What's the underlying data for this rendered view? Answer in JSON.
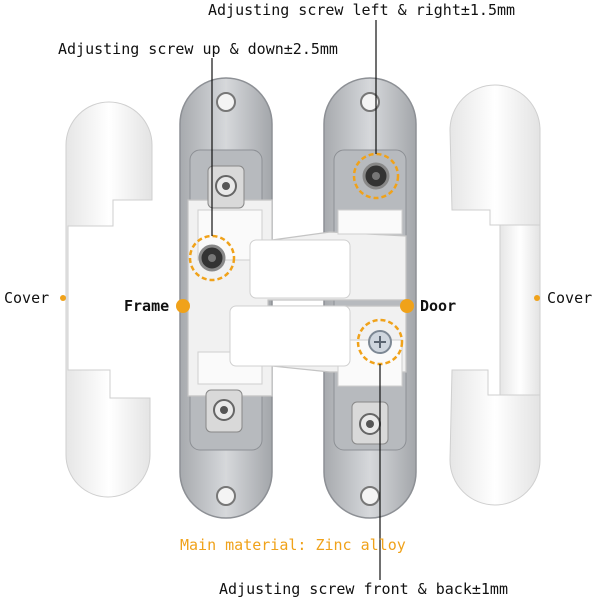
{
  "labels": {
    "screw_left_right": "Adjusting screw left & right±1.5mm",
    "screw_up_down": "Adjusting screw up & down±2.5mm",
    "cover_left": "Cover",
    "cover_right": "Cover",
    "frame": "Frame",
    "door": "Door",
    "material": "Main material: Zinc alloy",
    "screw_front_back": "Adjusting screw front & back±1mm"
  },
  "colors": {
    "accent": "#f0a21a",
    "metal": "#c9cbce",
    "metal_dark": "#9a9da2",
    "white_part": "#f7f7f7",
    "leader_line": "#111111"
  }
}
